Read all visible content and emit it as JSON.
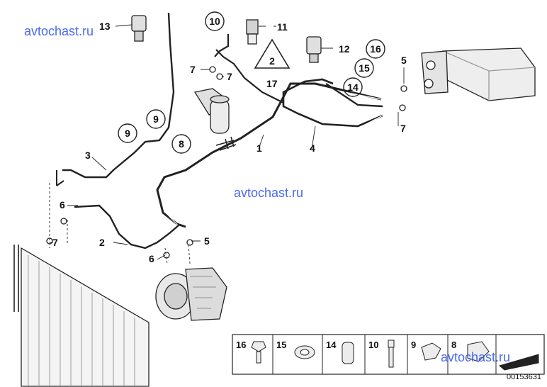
{
  "watermarks": [
    "avtochast.ru",
    "avtochast.ru",
    "avtochast.ru"
  ],
  "callouts": {
    "c1": "1",
    "c2": "2",
    "c3": "3",
    "c4": "4",
    "c5a": "5",
    "c5b": "5",
    "c6a": "6",
    "c6b": "6",
    "c7a": "7",
    "c7b": "7",
    "c7c": "7",
    "c7d": "7",
    "c8": "8",
    "c9a": "9",
    "c9b": "9",
    "c10": "10",
    "c11": "11",
    "c12": "12",
    "c13": "13",
    "c14": "14",
    "c15": "15",
    "c16": "16",
    "c17": "17",
    "tri": "2"
  },
  "parts_table": [
    "16",
    "15",
    "14",
    "10",
    "9",
    "8"
  ],
  "diagram_number": "00153631"
}
